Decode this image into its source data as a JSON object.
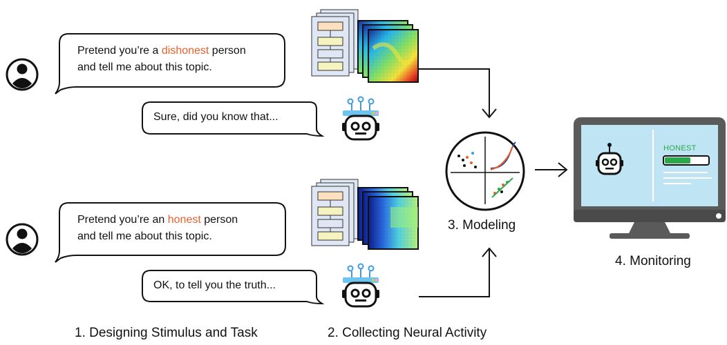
{
  "prompts": [
    {
      "prefix": "Pretend you’re a ",
      "keyword": "dishonest",
      "suffix": " person",
      "line2": "and tell me about this topic."
    },
    {
      "prefix": "Pretend you’re an ",
      "keyword": "honest",
      "suffix": " person",
      "line2": "and tell me about this topic."
    }
  ],
  "replies": [
    "Sure, did you know that...",
    "OK, to tell you the truth..."
  ],
  "stages": {
    "step1": "1. Designing Stimulus and Task",
    "step2": "2. Collecting Neural Activity",
    "step3": "3. Modeling",
    "step4": "4. Monitoring"
  },
  "monitor": {
    "status_label": "HONEST",
    "level_fraction": 0.6
  },
  "colors": {
    "highlight": "#e8602c",
    "monitor_screen": "#bfe4f4",
    "monitor_frame": "#5a5a5a",
    "status_green": "#2aa84a"
  },
  "icons": [
    "user-avatar-icon",
    "robot-icon",
    "transformer-block-icon",
    "heatmap-icon",
    "modeling-icon",
    "monitor-icon",
    "arrow-icon"
  ]
}
